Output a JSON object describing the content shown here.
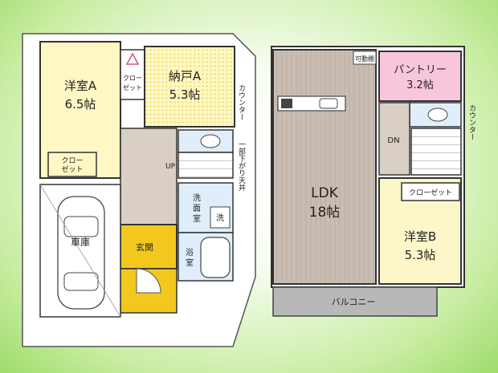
{
  "colors": {
    "background_center": "#ffffff",
    "background_edge": "#9fdc6a",
    "wall": "#333333",
    "room_a": "#fff8c4",
    "nando": "#fff8c4",
    "ldk": "#c9bcb2",
    "pantry": "#f8c6dc",
    "room_b": "#fdf6c8",
    "genkan": "#f2c81e",
    "wet": "#dfeefa",
    "balcony": "#b8b8b8",
    "stair": "#d9cfc4"
  },
  "floor1": {
    "room_a_name": "洋室A",
    "room_a_size": "6.5帖",
    "closet_a": "クロー\nゼット",
    "closet_small": "クロー\nゼット",
    "nando_name": "納戸A",
    "nando_size": "5.3帖",
    "counter_label": "カウンター",
    "partial_ceiling": "一部下がり天井",
    "stair_up": "UP",
    "washroom": "洗面室",
    "washer": "洗",
    "bath": "浴室",
    "entrance": "玄関",
    "garage": "車庫"
  },
  "floor2": {
    "movable_shelf": "可動棚",
    "pantry_name": "パントリー",
    "pantry_size": "3.2帖",
    "counter_label": "カウンター",
    "stair_down": "DN",
    "ldk_name": "LDK",
    "ldk_size": "18帖",
    "closet": "クローゼット",
    "room_b_name": "洋室B",
    "room_b_size": "5.3帖",
    "balcony": "バルコニー"
  }
}
